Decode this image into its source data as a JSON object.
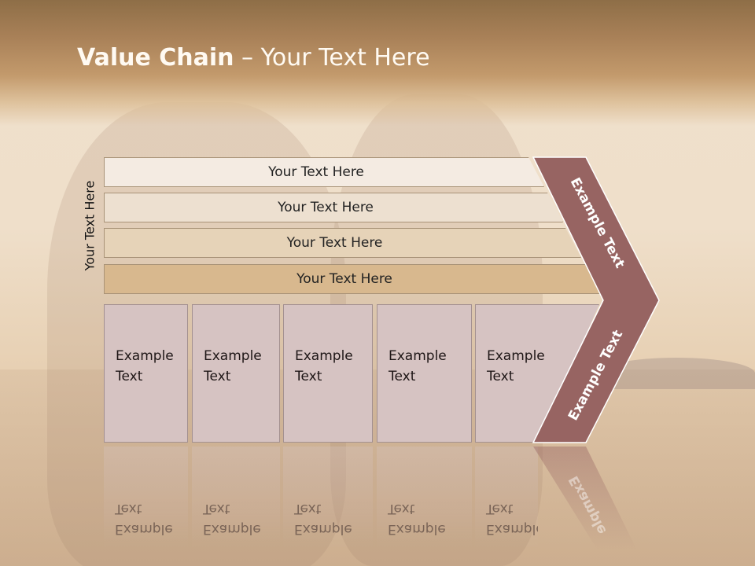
{
  "title": {
    "bold": "Value Chain",
    "rest": " – Your Text Here"
  },
  "side_label": "Your Text Here",
  "bars": [
    {
      "label": "Your Text Here",
      "color": "#f4ebe2"
    },
    {
      "label": "Your Text Here",
      "color": "#ede0d0"
    },
    {
      "label": "Your Text Here",
      "color": "#e6d3b8"
    },
    {
      "label": "Your Text Here",
      "color": "#d8b88e"
    }
  ],
  "cells": [
    {
      "line1": "Example",
      "line2": "Text"
    },
    {
      "line1": "Example",
      "line2": "Text"
    },
    {
      "line1": "Example",
      "line2": "Text"
    },
    {
      "line1": "Example",
      "line2": "Text"
    },
    {
      "line1": "Example",
      "line2": "Text"
    }
  ],
  "chevron": {
    "upper": "Example Text",
    "lower": "Example Text",
    "color": "#976462",
    "reflection": "Example"
  }
}
